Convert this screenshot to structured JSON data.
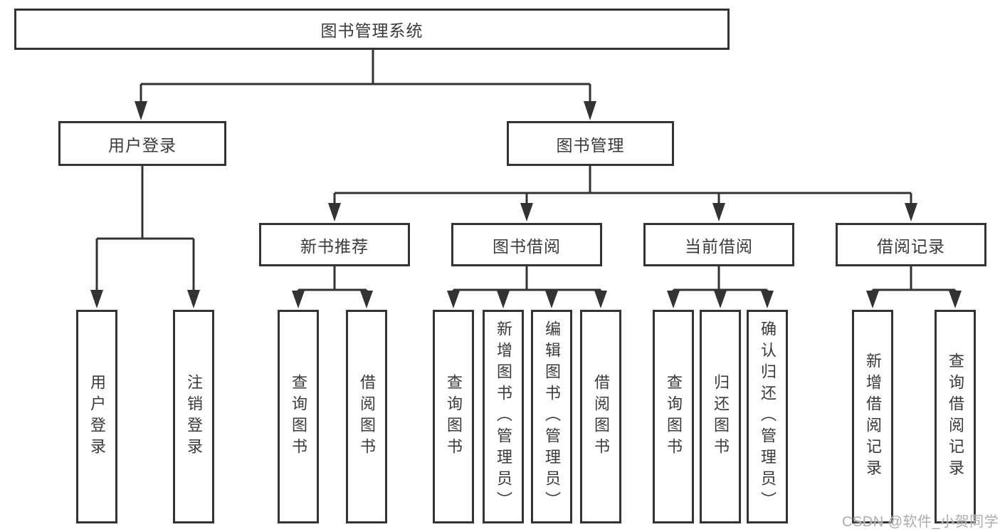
{
  "diagram_type": "hierarchy-tree",
  "colors": {
    "line": "#333333",
    "box_border": "#333333",
    "box_fill": "#ffffff",
    "text": "#3a3a3a",
    "watermark": "#a8a8a8",
    "background": "#ffffff"
  },
  "tree": {
    "root": {
      "label": "图书管理系统"
    },
    "children": [
      {
        "label": "用户登录",
        "children": [
          {
            "label": "用户登录"
          },
          {
            "label": "注销登录"
          }
        ]
      },
      {
        "label": "图书管理",
        "children": [
          {
            "label": "新书推荐",
            "children": [
              {
                "label": "查询图书"
              },
              {
                "label": "借阅图书"
              }
            ]
          },
          {
            "label": "图书借阅",
            "children": [
              {
                "label": "查询图书"
              },
              {
                "label": "新增图书（管理员）"
              },
              {
                "label": "编辑图书（管理员）"
              },
              {
                "label": "借阅图书"
              }
            ]
          },
          {
            "label": "当前借阅",
            "children": [
              {
                "label": "查询图书"
              },
              {
                "label": "归还图书"
              },
              {
                "label": "确认归还（管理员）"
              }
            ]
          },
          {
            "label": "借阅记录",
            "children": [
              {
                "label": "新增借阅记录"
              },
              {
                "label": "查询借阅记录"
              }
            ]
          }
        ]
      }
    ]
  },
  "watermark": "CSDN @软件_小贺同学"
}
